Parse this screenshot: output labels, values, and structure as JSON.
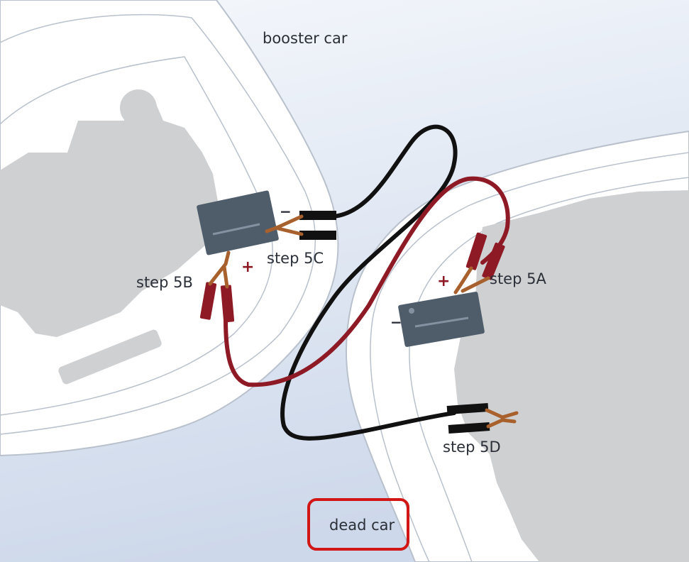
{
  "labels": {
    "booster_car": "booster car",
    "dead_car": "dead car",
    "step_5a": "step 5A",
    "step_5b": "step 5B",
    "step_5c": "step 5C",
    "step_5d": "step 5D"
  },
  "terminals": {
    "positive": "+",
    "negative": "−"
  },
  "colors": {
    "background_top": "#f5f8fc",
    "background_bottom": "#cdd8ea",
    "car_body": "#ffffff",
    "car_outline": "#b9c1cd",
    "engine": "#cfd0d2",
    "battery": "#4f5d6b",
    "positive_cable": "#8e1a26",
    "negative_cable": "#111111",
    "clamp_jaw": "#a8602d",
    "highlight_box": "#d21515"
  }
}
